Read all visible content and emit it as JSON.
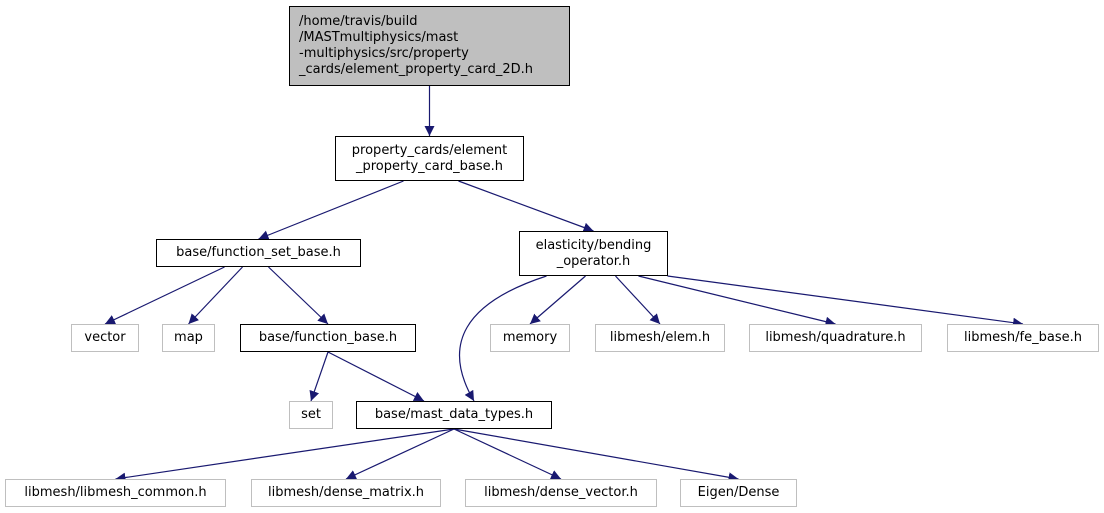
{
  "colors": {
    "edge": "#191970",
    "root_fill": "#bfbfbf",
    "documented_border": "#000000",
    "undocumented_border": "#bfbfbf"
  },
  "nodes": {
    "root": {
      "lines": [
        "/home/travis/build",
        "/MASTmultiphysics/mast",
        "-multiphysics/src/property",
        "_cards/element_property_card_2D.h"
      ]
    },
    "card_base": {
      "lines": [
        "property_cards/element",
        "_property_card_base.h"
      ]
    },
    "function_set_base": {
      "lines": [
        "base/function_set_base.h"
      ]
    },
    "bending_operator": {
      "lines": [
        "elasticity/bending",
        "_operator.h"
      ]
    },
    "vector": {
      "lines": [
        "vector"
      ]
    },
    "map": {
      "lines": [
        "map"
      ]
    },
    "function_base": {
      "lines": [
        "base/function_base.h"
      ]
    },
    "memory": {
      "lines": [
        "memory"
      ]
    },
    "elem": {
      "lines": [
        "libmesh/elem.h"
      ]
    },
    "quadrature": {
      "lines": [
        "libmesh/quadrature.h"
      ]
    },
    "fe_base": {
      "lines": [
        "libmesh/fe_base.h"
      ]
    },
    "set": {
      "lines": [
        "set"
      ]
    },
    "mast_data_types": {
      "lines": [
        "base/mast_data_types.h"
      ]
    },
    "libmesh_common": {
      "lines": [
        "libmesh/libmesh_common.h"
      ]
    },
    "dense_matrix": {
      "lines": [
        "libmesh/dense_matrix.h"
      ]
    },
    "dense_vector": {
      "lines": [
        "libmesh/dense_vector.h"
      ]
    },
    "eigen_dense": {
      "lines": [
        "Eigen/Dense"
      ]
    }
  },
  "edges": [
    [
      "root",
      "card_base"
    ],
    [
      "card_base",
      "function_set_base"
    ],
    [
      "card_base",
      "bending_operator"
    ],
    [
      "function_set_base",
      "vector"
    ],
    [
      "function_set_base",
      "map"
    ],
    [
      "function_set_base",
      "function_base"
    ],
    [
      "bending_operator",
      "mast_data_types"
    ],
    [
      "bending_operator",
      "memory"
    ],
    [
      "bending_operator",
      "elem"
    ],
    [
      "bending_operator",
      "quadrature"
    ],
    [
      "bending_operator",
      "fe_base"
    ],
    [
      "function_base",
      "set"
    ],
    [
      "function_base",
      "mast_data_types"
    ],
    [
      "mast_data_types",
      "libmesh_common"
    ],
    [
      "mast_data_types",
      "dense_matrix"
    ],
    [
      "mast_data_types",
      "dense_vector"
    ],
    [
      "mast_data_types",
      "eigen_dense"
    ]
  ]
}
